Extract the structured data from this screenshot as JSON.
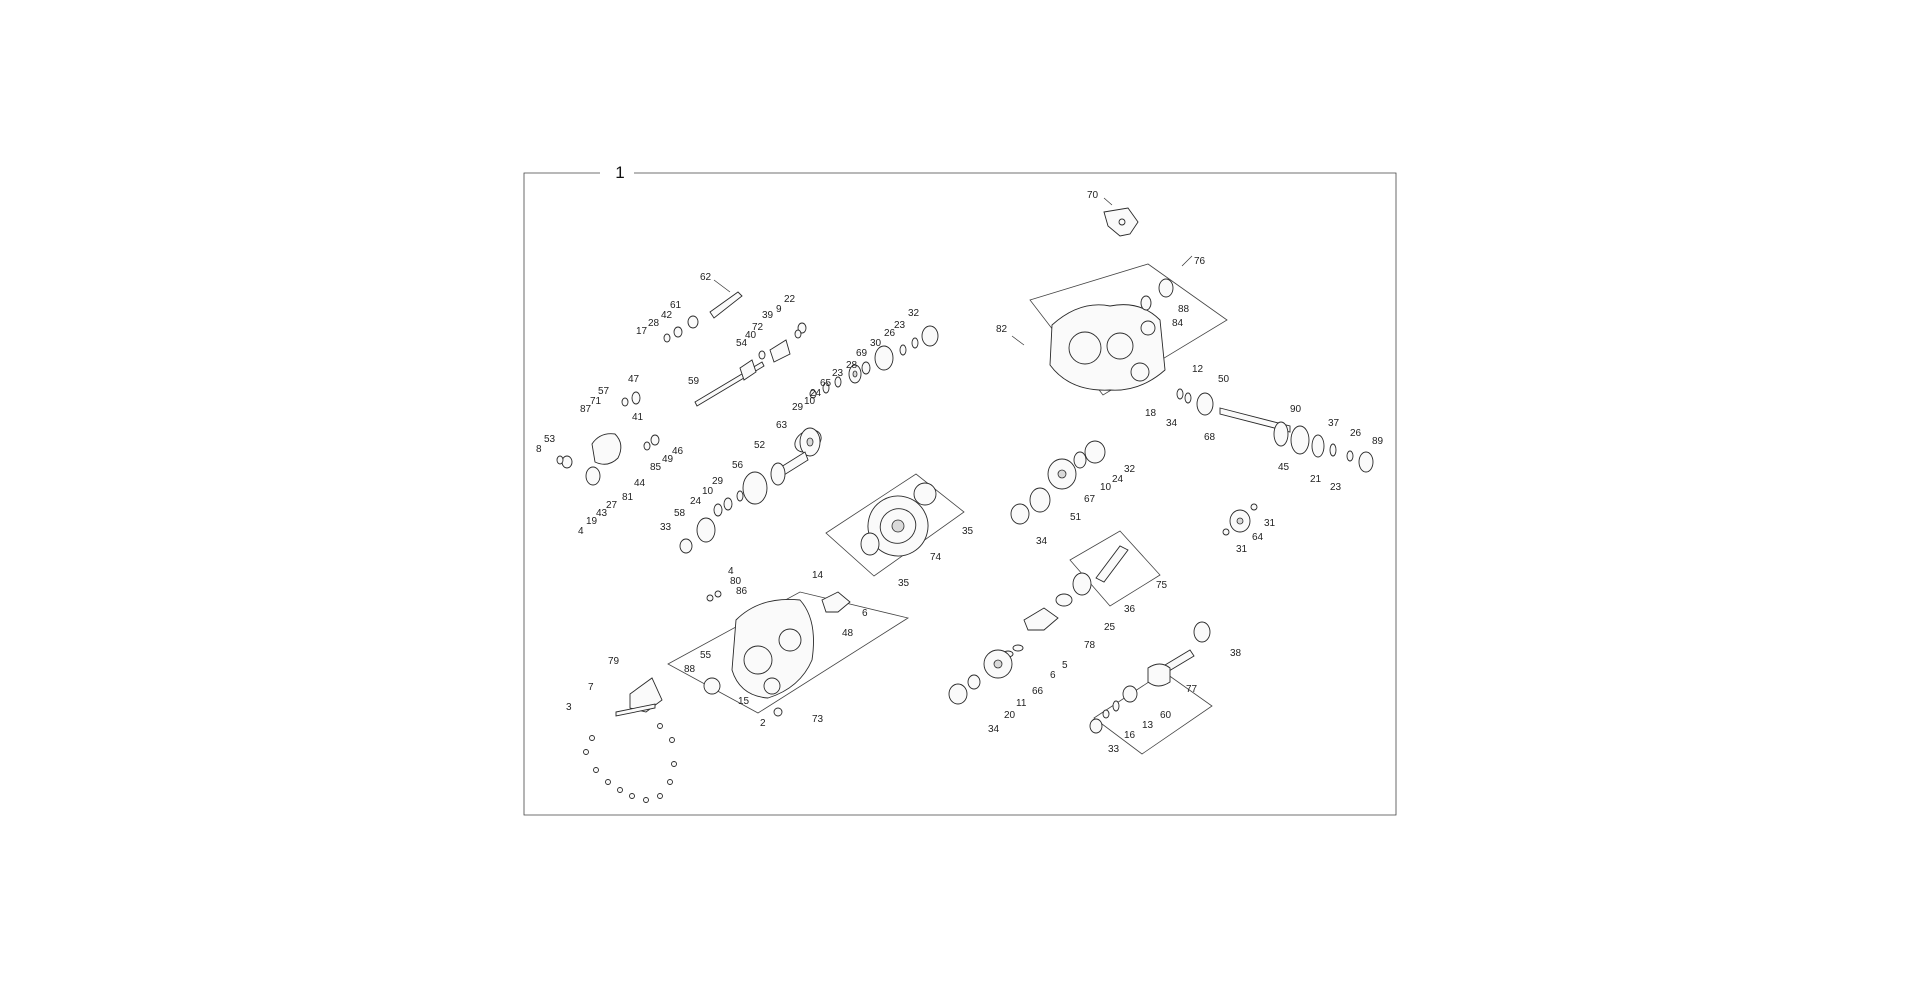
{
  "frame_label": "1",
  "callouts": [
    "70",
    "76",
    "88",
    "84",
    "82",
    "12",
    "50",
    "18",
    "34",
    "68",
    "90",
    "37",
    "26",
    "89",
    "45",
    "21",
    "23",
    "62",
    "61",
    "42",
    "28",
    "17",
    "22",
    "9",
    "39",
    "72",
    "40",
    "54",
    "59",
    "32",
    "23",
    "26",
    "30",
    "69",
    "28",
    "23",
    "65",
    "24",
    "10",
    "29",
    "63",
    "52",
    "56",
    "29",
    "24",
    "10",
    "58",
    "33",
    "47",
    "57",
    "71",
    "87",
    "41",
    "46",
    "49",
    "85",
    "53",
    "8",
    "44",
    "81",
    "27",
    "43",
    "19",
    "4",
    "32",
    "24",
    "10",
    "67",
    "51",
    "34",
    "31",
    "64",
    "31",
    "35",
    "74",
    "35",
    "4",
    "80",
    "86",
    "14",
    "6",
    "48",
    "55",
    "88",
    "15",
    "2",
    "73",
    "79",
    "7",
    "3",
    "75",
    "36",
    "25",
    "78",
    "5",
    "6",
    "66",
    "11",
    "20",
    "34",
    "38",
    "77",
    "60",
    "13",
    "16",
    "33"
  ]
}
